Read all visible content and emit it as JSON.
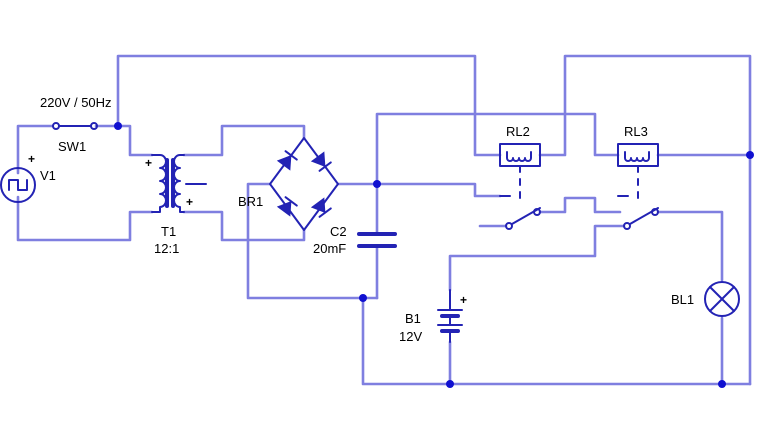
{
  "components": {
    "source": {
      "ref": "V1",
      "rating": "220V / 50Hz"
    },
    "switch": {
      "ref": "SW1"
    },
    "transformer": {
      "ref": "T1",
      "ratio": "12:1"
    },
    "bridge": {
      "ref": "BR1"
    },
    "capacitor": {
      "ref": "C2",
      "value": "20mF"
    },
    "battery": {
      "ref": "B1",
      "voltage": "12V"
    },
    "relay2": {
      "ref": "RL2"
    },
    "relay3": {
      "ref": "RL3"
    },
    "lamp": {
      "ref": "BL1"
    }
  },
  "polarity": {
    "plus": "+"
  },
  "colors": {
    "wire": "#7f7fe0",
    "component": "#2323b4",
    "node": "#1010d0",
    "background": "#ffffff"
  }
}
